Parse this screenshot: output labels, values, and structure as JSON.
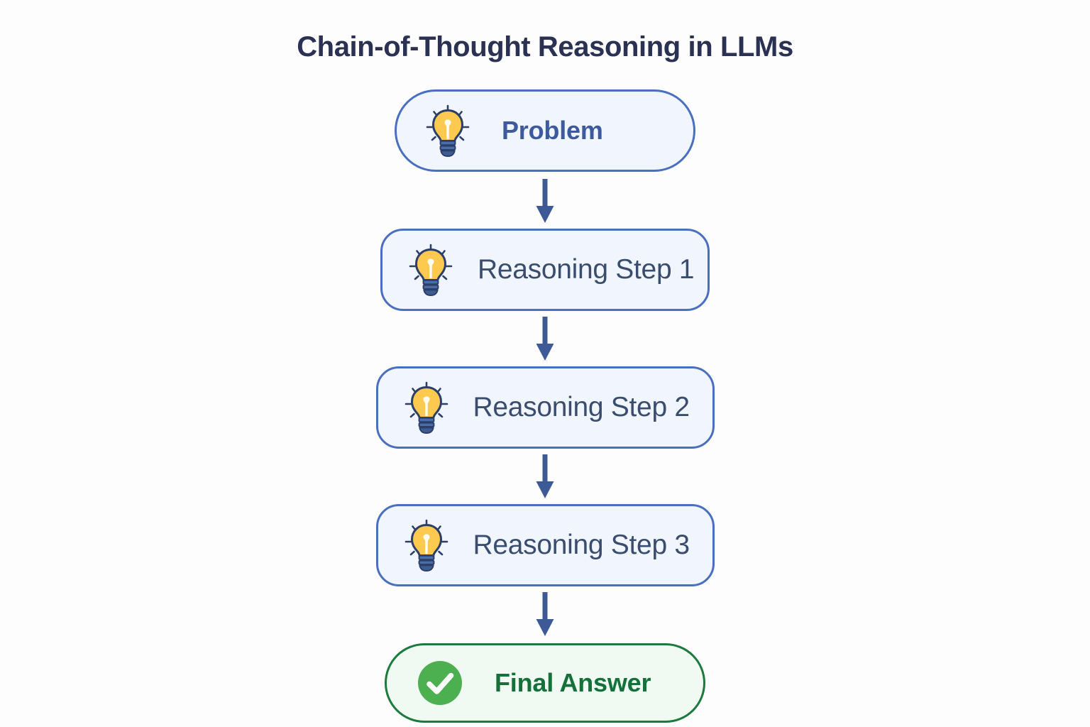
{
  "diagram": {
    "title": "Chain-of-Thought Reasoning in LLMs",
    "background_color": "#fdfdfd",
    "title_color": "#2b3152",
    "nodes": [
      {
        "id": "problem",
        "label": "Problem",
        "icon": "lightbulb-icon",
        "border_color": "#4a6fc0",
        "fill_color": "#f1f6fe",
        "text_color": "#3e5a9e",
        "shape": "pill"
      },
      {
        "id": "step-1",
        "label": "Reasoning Step 1",
        "icon": "lightbulb-icon",
        "border_color": "#4a6fc0",
        "fill_color": "#f1f6fe",
        "text_color": "#3a4d6e",
        "shape": "rounded-rect"
      },
      {
        "id": "step-2",
        "label": "Reasoning Step 2",
        "icon": "lightbulb-icon",
        "border_color": "#4a6fc0",
        "fill_color": "#f1f6fe",
        "text_color": "#3a4d6e",
        "shape": "rounded-rect"
      },
      {
        "id": "step-3",
        "label": "Reasoning Step 3",
        "icon": "lightbulb-icon",
        "border_color": "#4a6fc0",
        "fill_color": "#f1f6fe",
        "text_color": "#3a4d6e",
        "shape": "rounded-rect"
      },
      {
        "id": "final-answer",
        "label": "Final Answer",
        "icon": "check-circle-icon",
        "border_color": "#1c7a3e",
        "fill_color": "#f0faf2",
        "text_color": "#15713a",
        "shape": "pill"
      }
    ],
    "connectors": [
      {
        "id": "arrow-problem-to-step-1",
        "from": "problem",
        "to": "step-1",
        "direction": "down",
        "color": "#3e5a96"
      },
      {
        "id": "arrow-step-1-to-step-2",
        "from": "step-1",
        "to": "step-2",
        "direction": "down",
        "color": "#3e5a96"
      },
      {
        "id": "arrow-step-2-to-step-3",
        "from": "step-2",
        "to": "step-3",
        "direction": "down",
        "color": "#3e5a96"
      },
      {
        "id": "arrow-step-3-to-final",
        "from": "step-3",
        "to": "final-answer",
        "direction": "down",
        "color": "#3e5a96"
      }
    ],
    "palette": {
      "bulb_yellow": "#fdc94e",
      "bulb_outline": "#2d3f68",
      "bulb_base": "#4a6fa8",
      "bulb_filament": "#fffdf2",
      "check_circle_green": "#4cb050",
      "check_mark_white": "#ffffff",
      "arrow_blue": "#3e5a96"
    }
  }
}
